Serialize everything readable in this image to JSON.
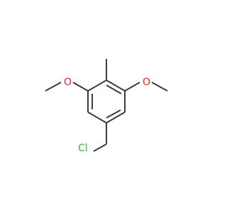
{
  "molecule": {
    "atoms": {
      "oxygen_left": "O",
      "oxygen_right": "O",
      "chlorine": "Cl"
    },
    "colors": {
      "bond": "#3c3c3c",
      "oxygen": "#e8222b",
      "chlorine": "#39b53f",
      "background": "#ffffff"
    }
  }
}
